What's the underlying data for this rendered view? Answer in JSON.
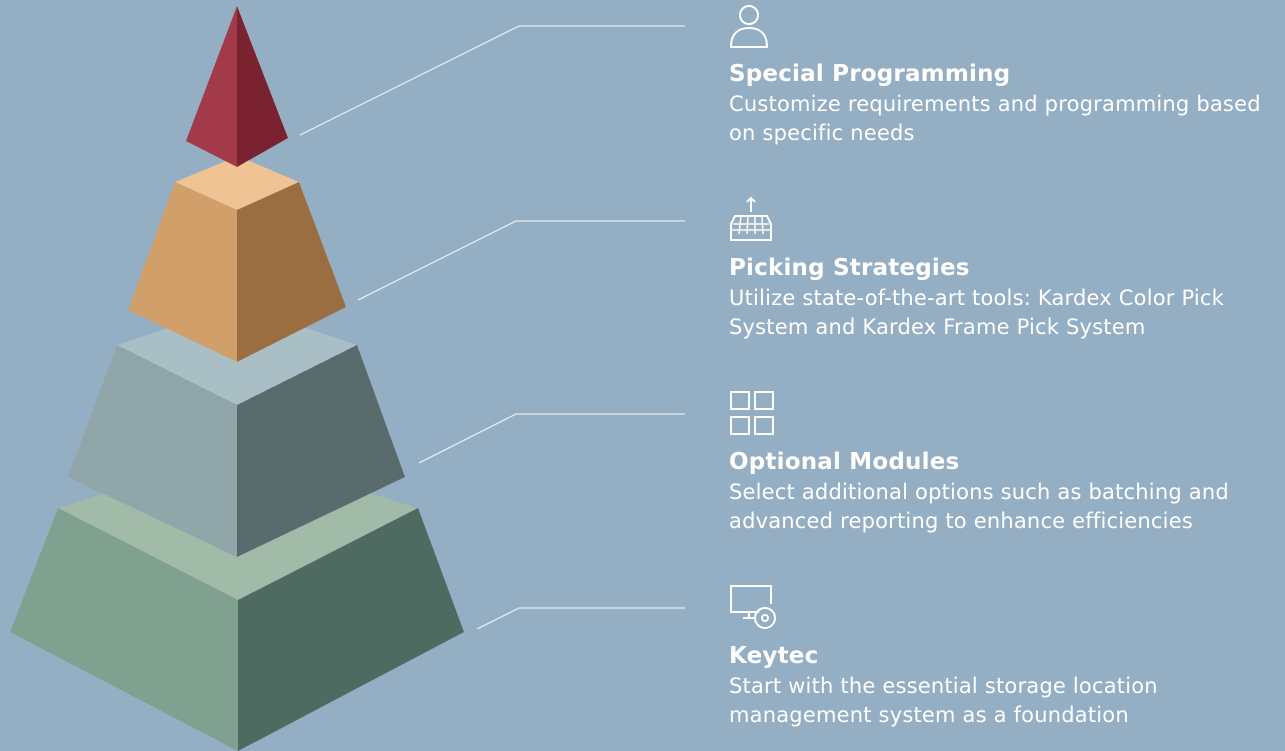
{
  "colors": {
    "background": "#94aec4",
    "connector": "#e4ebf1",
    "text": "#ffffff",
    "tier_top": {
      "left": "#a23a49",
      "right": "#7a2230"
    },
    "tier_2": {
      "top": "#f0c394",
      "left": "#d19f69",
      "right": "#9b6e42"
    },
    "tier_3": {
      "top": "#a9bfc5",
      "left": "#91a6a8",
      "right": "#5a6b6d"
    },
    "tier_base": {
      "top": "#a2baa8",
      "left": "#80a090",
      "right": "#4f6b61"
    }
  },
  "items": [
    {
      "icon": "user-icon",
      "title": "Special Programming",
      "description": "Customize requirements and programming based on specific needs"
    },
    {
      "icon": "keyboard-upload-icon",
      "title": "Picking Strategies",
      "description": "Utilize state-of-the-art tools: Kardex Color Pick System and Kardex Frame Pick System"
    },
    {
      "icon": "modules-grid-icon",
      "title": "Optional Modules",
      "description": "Select additional options such as batching and advanced reporting to enhance efficiencies"
    },
    {
      "icon": "monitor-disc-icon",
      "title": "Keytec",
      "description": "Start with the essential storage location management system as a foundation"
    }
  ]
}
